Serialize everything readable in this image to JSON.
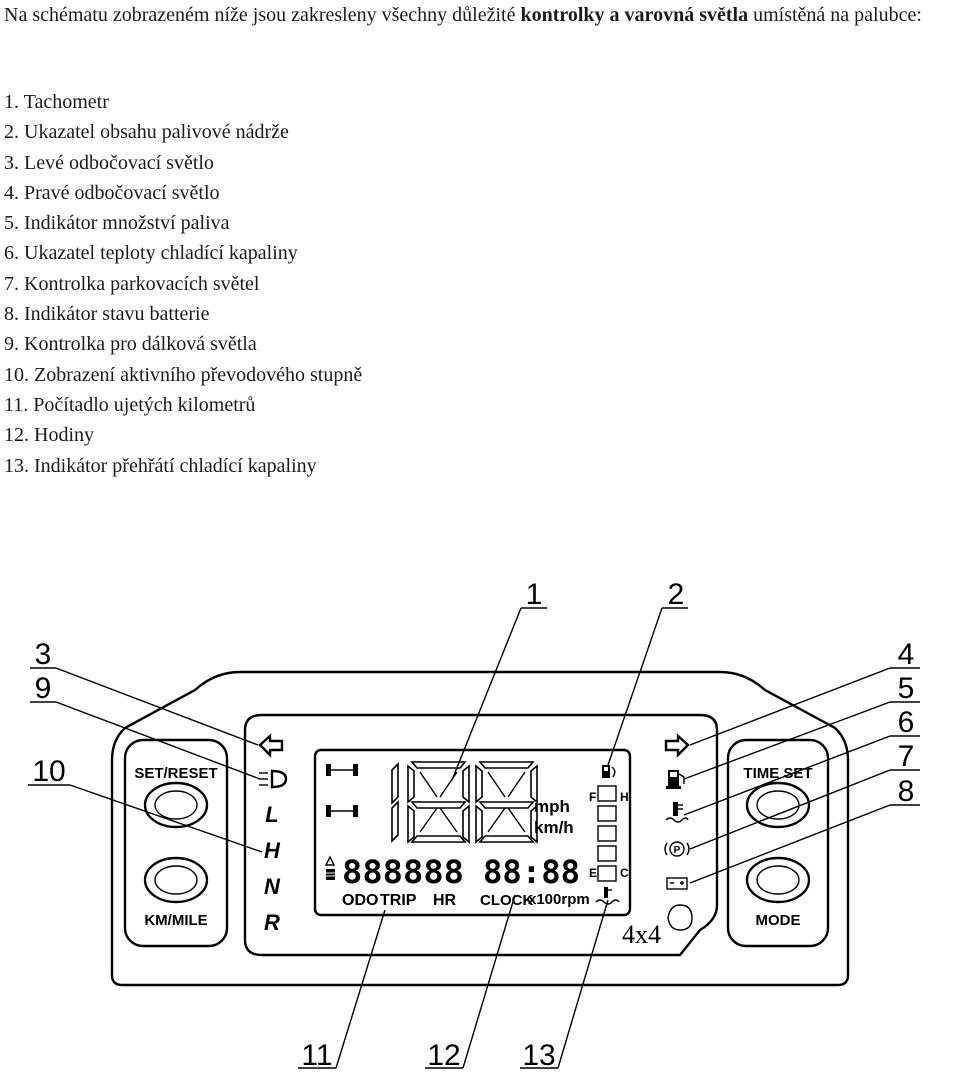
{
  "intro": {
    "before": "Na schématu zobrazeném níže jsou zakresleny všechny důležité ",
    "bold": "kontrolky a varovná světla",
    "after": " umístěná na  palubce:"
  },
  "items": [
    "1.  Tachometr",
    "2.  Ukazatel obsahu palivové nádrže",
    "3.  Levé odbočovací světlo",
    "4.  Pravé odbočovací světlo",
    "5.  Indikátor množství paliva",
    "6.  Ukazatel teploty chladící kapaliny",
    "7.  Kontrolka  parkovacích světel",
    "8.  Indikátor stavu batterie",
    "9.  Kontrolka pro dálková světla",
    "10. Zobrazení aktivního převodového stupně",
    "11. Počítadlo ujetých kilometrů",
    "12. Hodiny",
    "13. Indikátor přehřátí chladící kapaliny"
  ],
  "callouts": {
    "n1": "1",
    "n2": "2",
    "n3": "3",
    "n4": "4",
    "n5": "5",
    "n6": "6",
    "n7": "7",
    "n8": "8",
    "n9": "9",
    "n10": "10",
    "n11": "11",
    "n12": "12",
    "n13": "13"
  },
  "panel": {
    "set_reset": "SET/RESET",
    "km_mile": "KM/MILE",
    "time_set": "TIME SET",
    "mode": "MODE",
    "gears": [
      "L",
      "H",
      "N",
      "R"
    ],
    "mph": "mph",
    "kmh": "km/h",
    "odo_digits": "888888",
    "clock_digits": "88:88",
    "odo": "ODO",
    "trip": "TRIP",
    "hr": "HR",
    "clock": "CLOCK",
    "rpm": "x100rpm",
    "fuel_f": "F",
    "fuel_e": "E",
    "temp_h": "H",
    "temp_c": "C",
    "four_by_four": "4x4"
  },
  "icons": [
    "left-arrow-icon",
    "right-arrow-icon",
    "high-beam-icon",
    "fuel-pump-icon",
    "coolant-temp-icon",
    "parking-light-icon",
    "battery-icon",
    "axle-icon",
    "warning-triangle-icon"
  ]
}
